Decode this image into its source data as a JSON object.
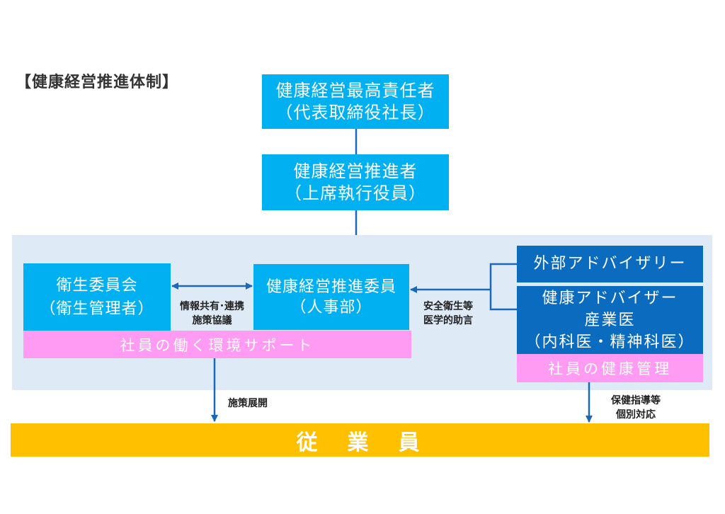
{
  "title": "【健康経営推進体制】",
  "hierarchy": {
    "chief": {
      "line1": "健康経営最高責任者",
      "line2": "（代表取締役社長）"
    },
    "promoter": {
      "line1": "健康経営推進者",
      "line2": "（上席執行役員）"
    }
  },
  "committee": {
    "health_committee": {
      "line1": "衛生委員会",
      "line2": "（衛生管理者）"
    },
    "promotion_committee": {
      "line1": "健康経営推進委員",
      "line2": "（人事部）"
    },
    "support_banner": "社員の働く環境サポート",
    "link_label": {
      "line1": "情報共有･連携",
      "line2": "施策協議"
    }
  },
  "advisors": {
    "external": "外部アドバイザリー",
    "health_advisor": {
      "line1": "健康アドバイザー",
      "line2": "産業医",
      "line3": "（内科医・精神科医）"
    },
    "care_banner": "社員の健康管理",
    "advice_label": {
      "line1": "安全衛生等",
      "line2": "医学的助言"
    }
  },
  "flows": {
    "deploy_label": "施策展開",
    "guidance_label": {
      "line1": "保健指導等",
      "line2": "個別対応"
    }
  },
  "employees": "従　業　員",
  "colors": {
    "cyan": "#00B0F0",
    "navy": "#0A6BBF",
    "pink": "#FF9BF3",
    "panel": "#DEEAF6",
    "yellow": "#FFC000",
    "connector": "#1B68B8"
  }
}
